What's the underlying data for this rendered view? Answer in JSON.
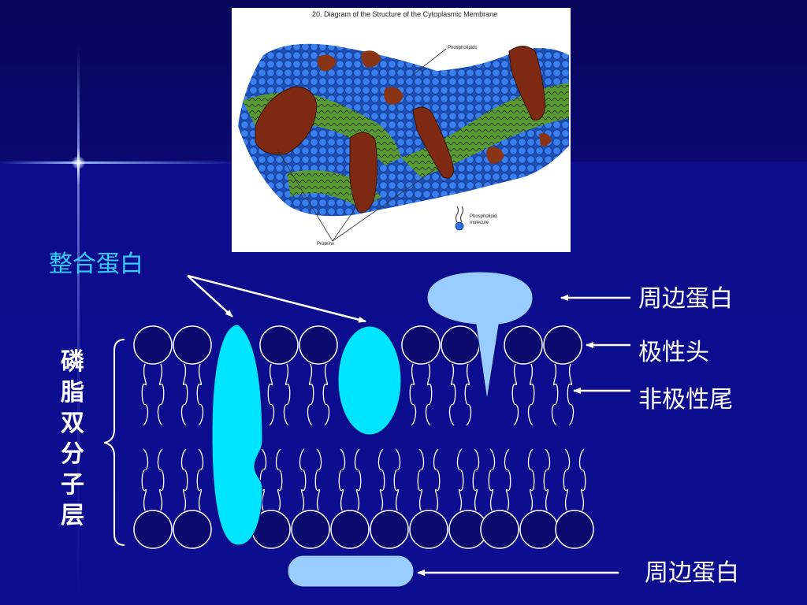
{
  "photo": {
    "title": "20.  Diagram of the Structure of the Cytoplasmic Membrane",
    "label_phospholipids": "Phospholipids",
    "label_molecule_line1": "Phospholipid",
    "label_molecule_line2": "molecule",
    "label_proteins": "Proteins"
  },
  "labels": {
    "integral_protein": "整合蛋白",
    "peripheral_protein_top": "周边蛋白",
    "polar_head": "极性头",
    "nonpolar_tail": "非极性尾",
    "peripheral_protein_bottom": "周边蛋白",
    "bilayer_chars": [
      "磷",
      "脂",
      "双",
      "分",
      "子",
      "层"
    ]
  },
  "colors": {
    "label_cyan": "#33ccff",
    "label_white": "#ffffff",
    "integral_protein": "#00e5ff",
    "peripheral_protein": "#99ccff",
    "head_fill": "#0a0a6e",
    "line": "#ffffff",
    "photo_head": "#2d6fe6",
    "photo_tail": "#4c8a2c",
    "photo_protein": "#8a2c14"
  }
}
